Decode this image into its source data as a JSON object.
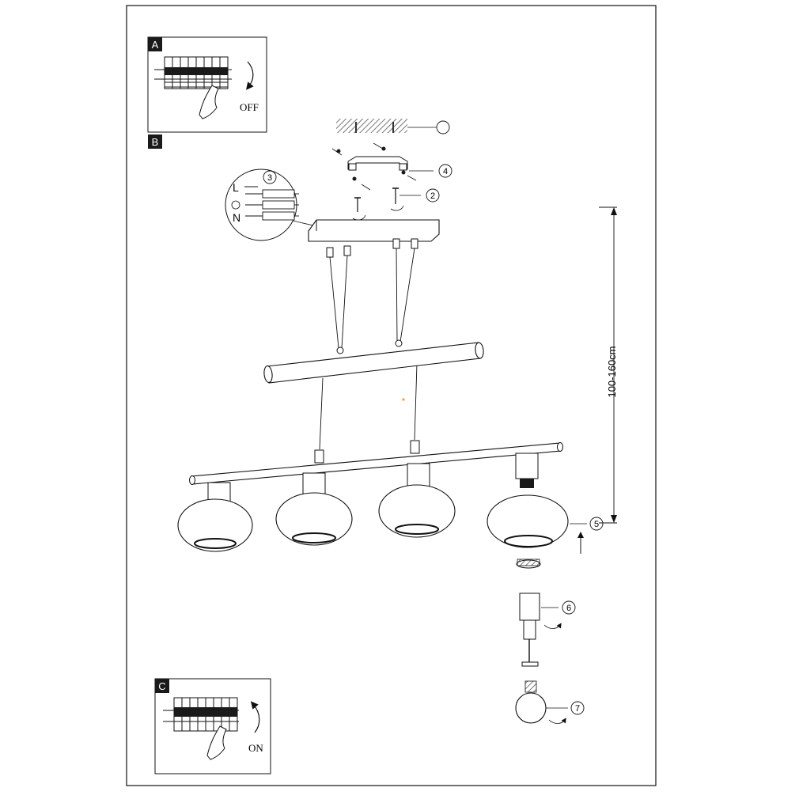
{
  "panels": {
    "a": {
      "letter": "A",
      "caption": "OFF"
    },
    "b": {
      "letter": "B"
    },
    "c": {
      "letter": "C",
      "caption": "ON"
    }
  },
  "wiring": {
    "callout_number": "3",
    "l_label": "L",
    "n_label": "N"
  },
  "callouts": {
    "c2": "2",
    "c4": "4",
    "c5": "5",
    "c6": "6",
    "c7": "7"
  },
  "dimension": {
    "text": "100-160cm"
  },
  "colors": {
    "line": "#1a1a1a",
    "panel_letter_bg": "#1a1a1a",
    "hatch": "#555555"
  }
}
